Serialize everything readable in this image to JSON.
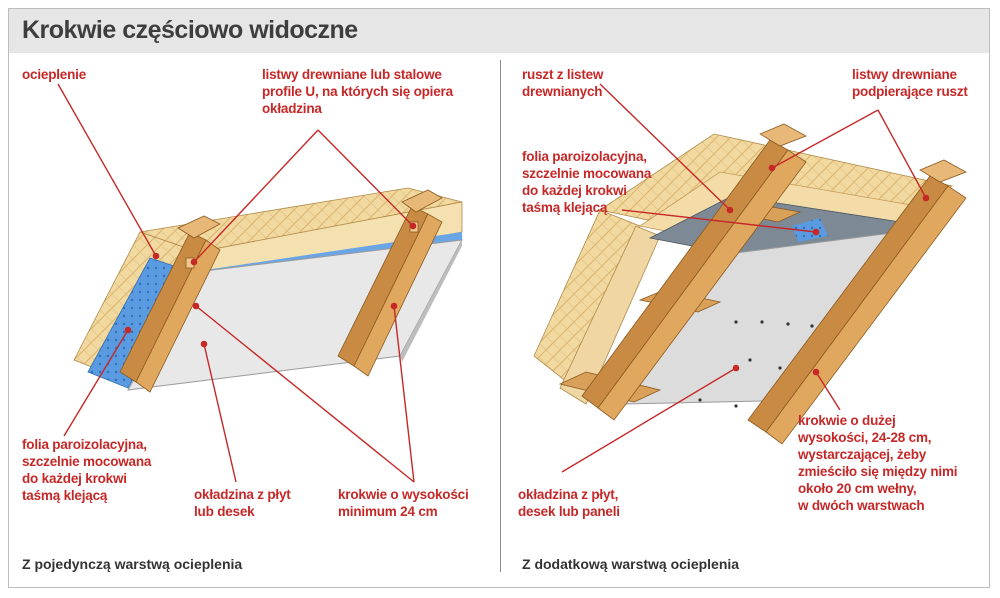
{
  "title": "Krokwie częściowo widoczne",
  "colors": {
    "label": "#c62828",
    "title_bg": "#e6e6e6",
    "wood": "#d9a05a",
    "insulation": "#f2d9a0",
    "board": "#e6e6e6",
    "vapor_foil": "#4a8bd4"
  },
  "left_panel": {
    "caption": "Z pojedynczą warstwą ocieplenia",
    "labels": {
      "insulation": "ocieplenie",
      "battens": "listwy drewniane lub stalowe\nprofile U, na których się opiera\nokładzina",
      "vapor_foil": "folia paroizolacyjna,\nszczelnie mocowana\ndo każdej krokwi\ntaśmą klejącą",
      "cladding": "okładzina z płyt\nlub desek",
      "rafters": "krokwie o wysokości\nminimum 24 cm"
    }
  },
  "right_panel": {
    "caption": "Z dodatkową warstwą ocieplenia",
    "labels": {
      "grid": "ruszt z listew\ndrewnianych",
      "support_battens": "listwy drewniane\npodpierające ruszt",
      "vapor_foil": "folia paroizolacyjna,\nszczelnie mocowana\ndo każdej krokwi\ntaśmą klejącą",
      "cladding": "okładzina z płyt,\ndesek lub paneli",
      "rafters": "krokwie o dużej\nwysokości, 24-28 cm,\nwystarczającej, żeby\nzmieściło się między nimi\nokoło 20 cm wełny,\nw dwóch warstwach"
    }
  }
}
